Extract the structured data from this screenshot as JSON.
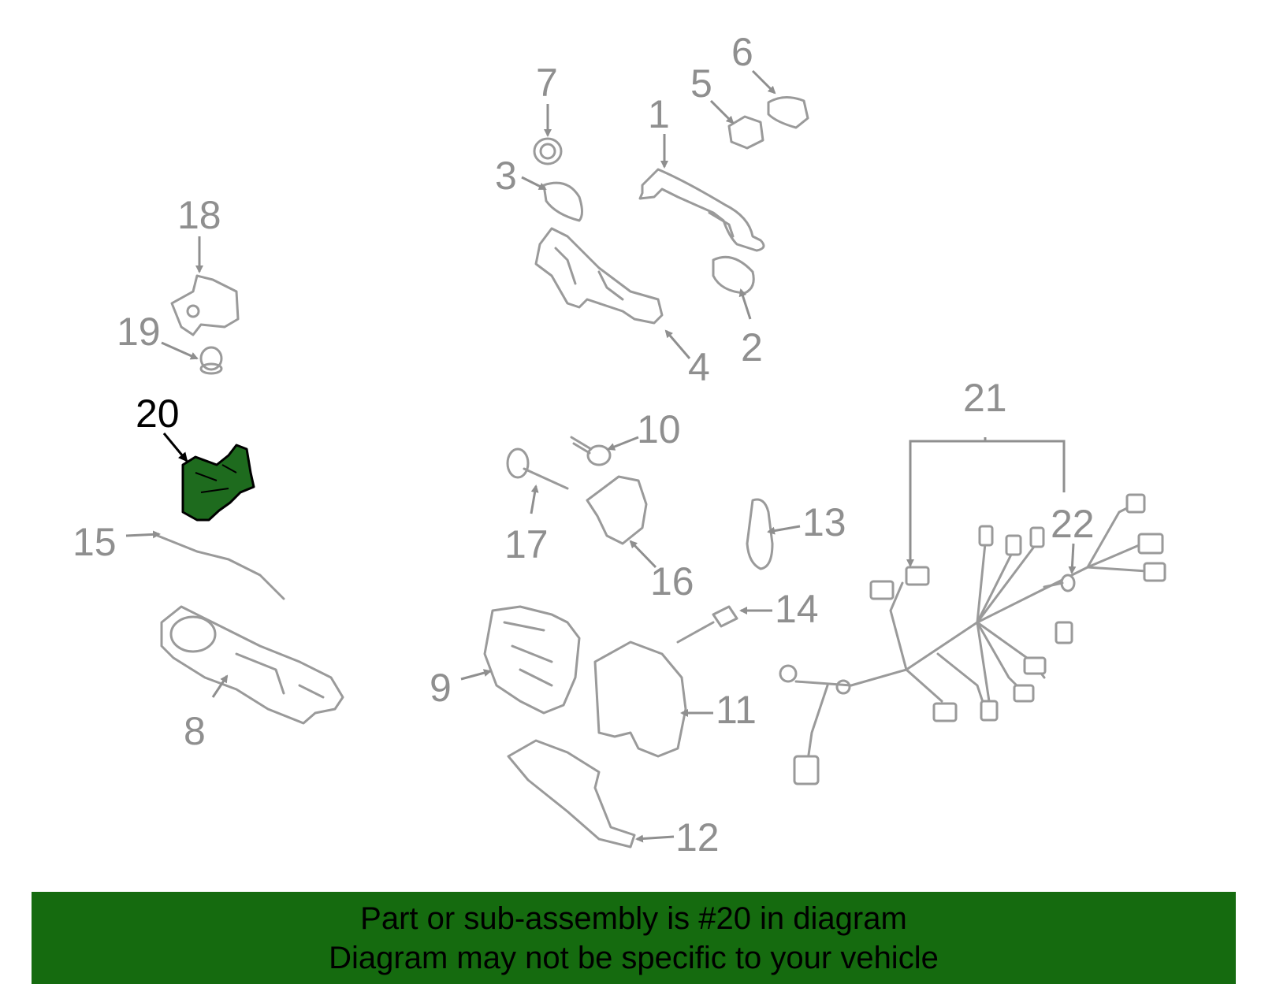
{
  "highlight": {
    "part_number": "20",
    "fill_color": "#1e6b1e",
    "banner_color": "#156b0f"
  },
  "callouts": {
    "c1": "1",
    "c2": "2",
    "c3": "3",
    "c4": "4",
    "c5": "5",
    "c6": "6",
    "c7": "7",
    "c8": "8",
    "c9": "9",
    "c10": "10",
    "c11": "11",
    "c12": "12",
    "c13": "13",
    "c14": "14",
    "c15": "15",
    "c16": "16",
    "c17": "17",
    "c18": "18",
    "c19": "19",
    "c20": "20",
    "c21": "21",
    "c22": "22"
  },
  "footer": {
    "line1": "Part or sub-assembly is #20 in diagram",
    "line2": "Diagram may not be specific to your vehicle"
  }
}
